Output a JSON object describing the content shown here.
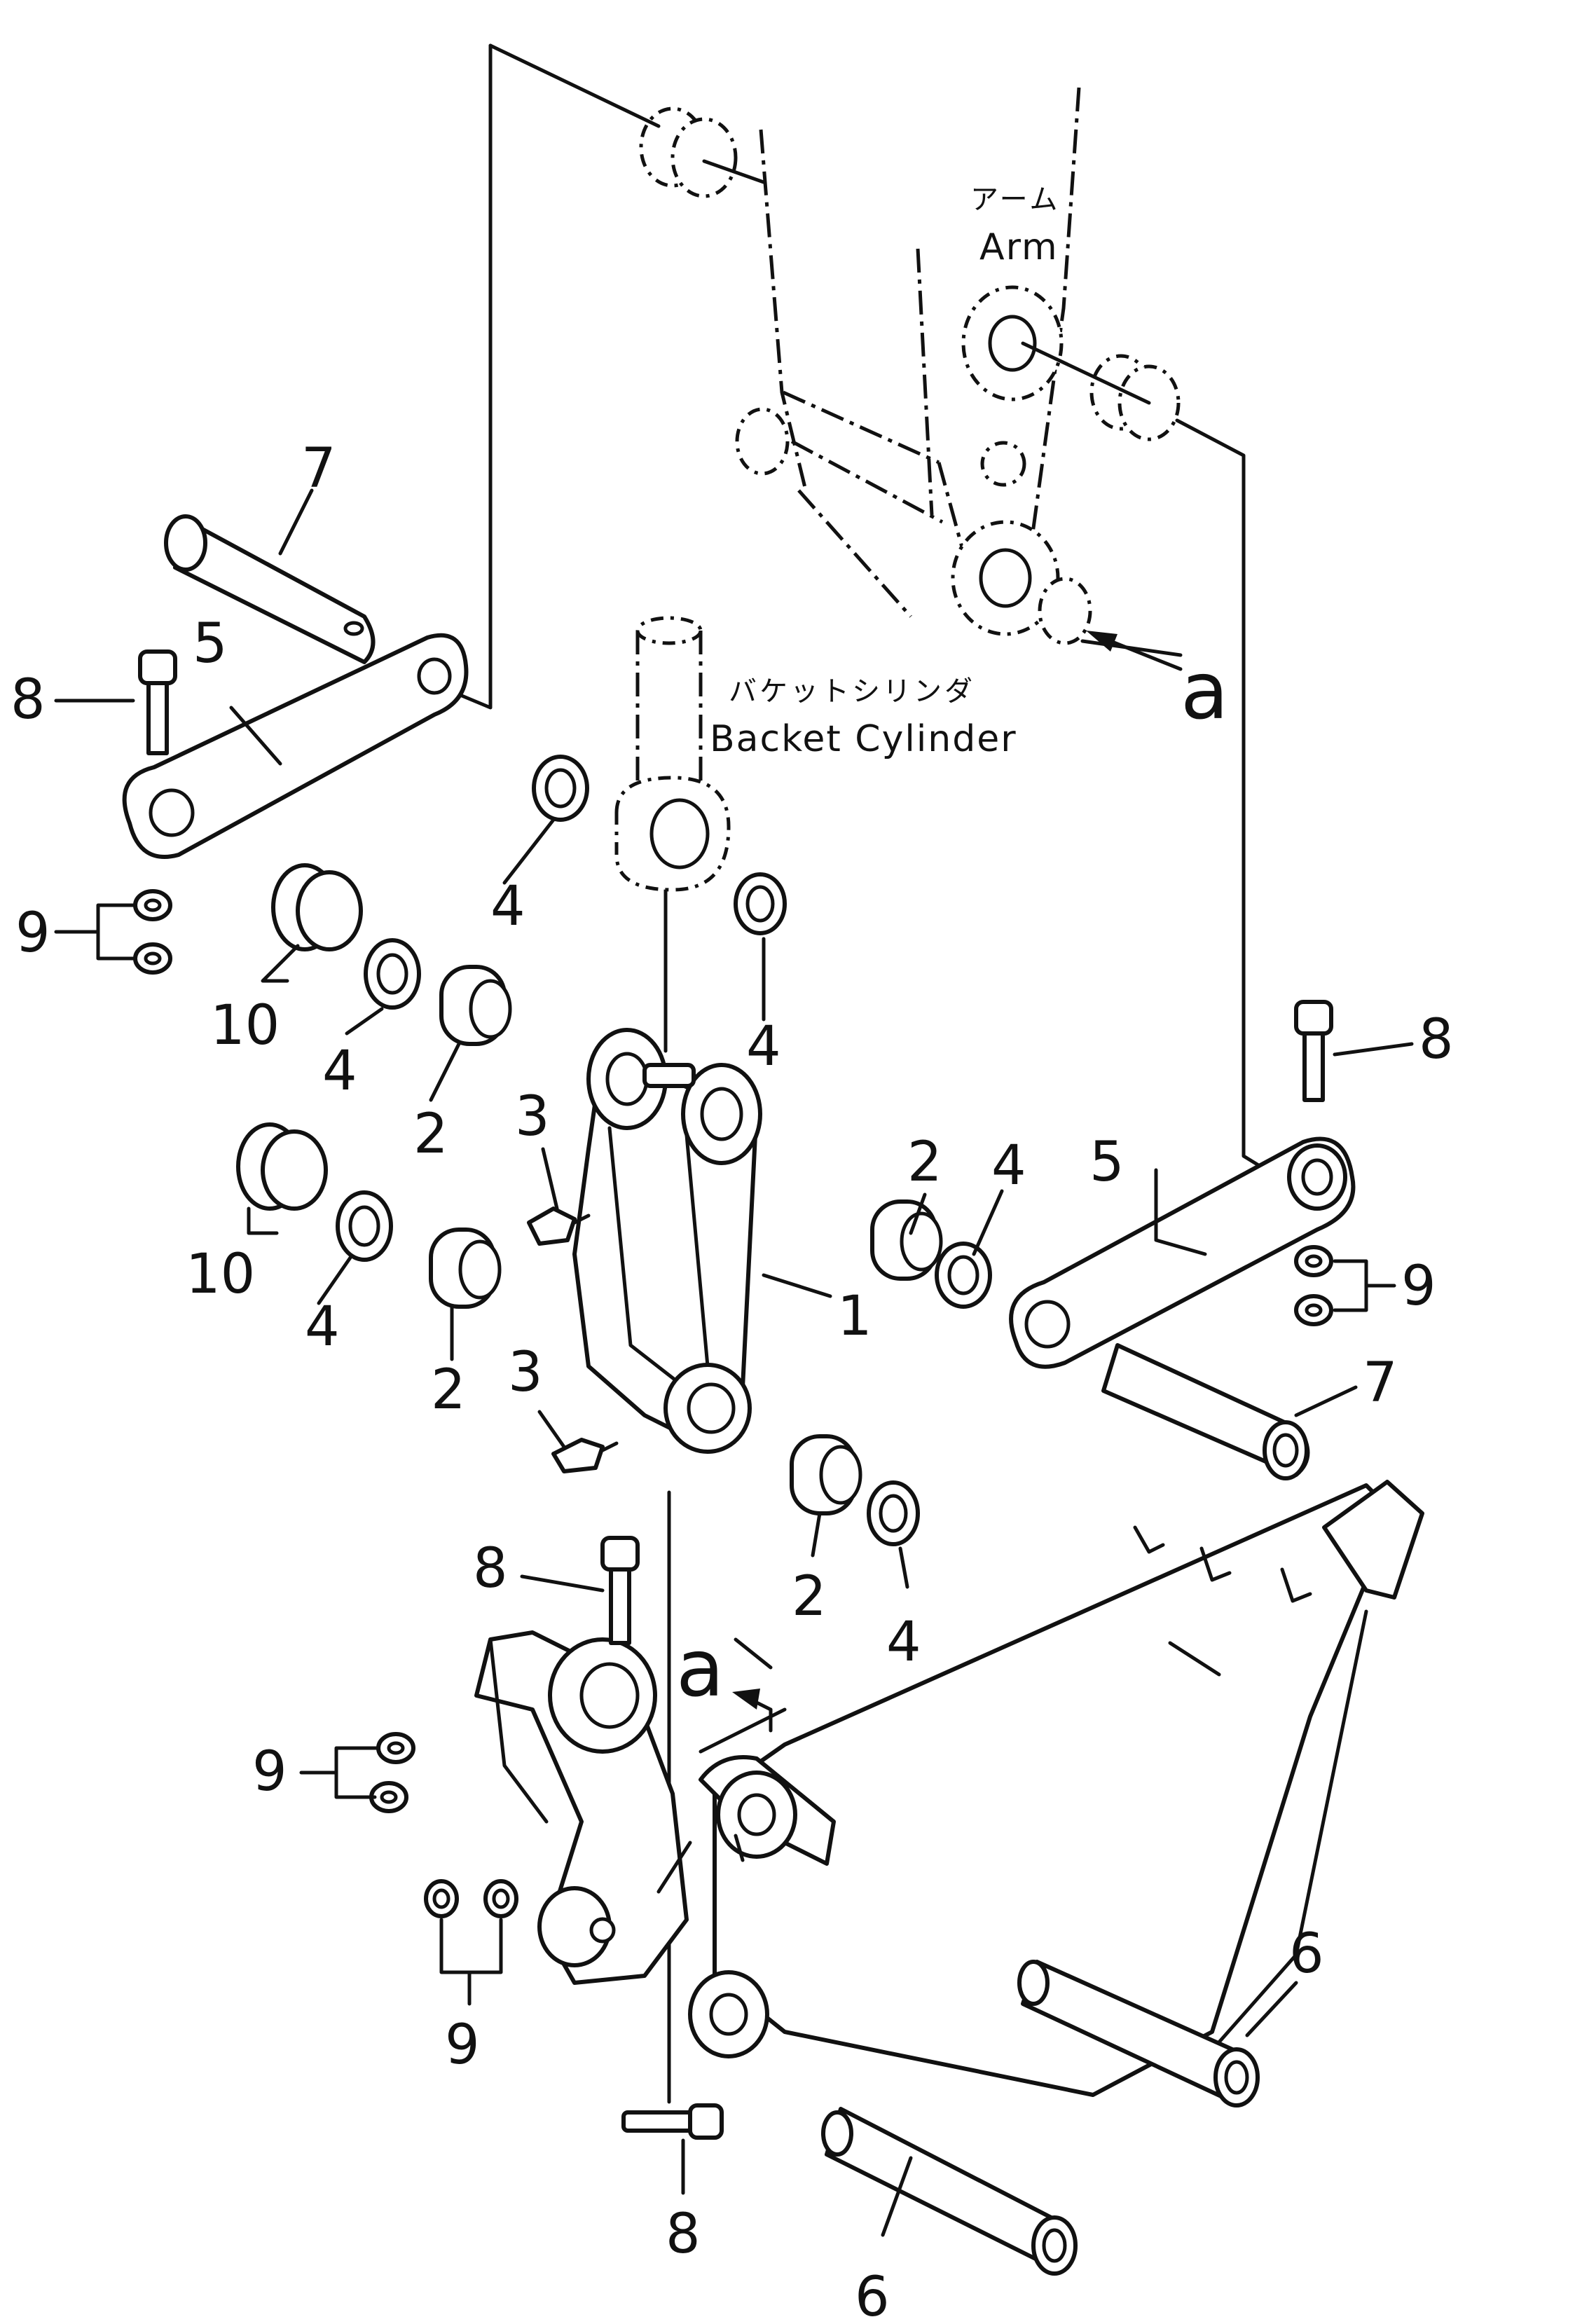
{
  "labels": {
    "arm_jp": "アーム",
    "arm_en": "Arm",
    "cylinder_jp": "バケットシリンダ",
    "cylinder_en": "Backet Cylinder",
    "view_a_top": "a",
    "view_a_mid": "a"
  },
  "callouts": {
    "link_1": "1",
    "bushing_2a": "2",
    "bushing_2b": "2",
    "bushing_2c": "2",
    "bushing_2d": "2",
    "fitting_3a": "3",
    "fitting_3b": "3",
    "seal_4a": "4",
    "seal_4b": "4",
    "seal_4c": "4",
    "seal_4d": "4",
    "seal_4e": "4",
    "seal_4f": "4",
    "link_5_left": "5",
    "link_5_right": "5",
    "pin_6_right": "6",
    "pin_6_bottom": "6",
    "pin_7_left": "7",
    "pin_7_right": "7",
    "bolt_8_left": "8",
    "bolt_8_right": "8",
    "bolt_8_mid": "8",
    "bolt_8_bottom": "8",
    "nut_9_left": "9",
    "nut_9_right": "9",
    "nut_9_mid": "9",
    "nut_9_bottom": "9",
    "shim_10a": "10",
    "shim_10b": "10"
  }
}
